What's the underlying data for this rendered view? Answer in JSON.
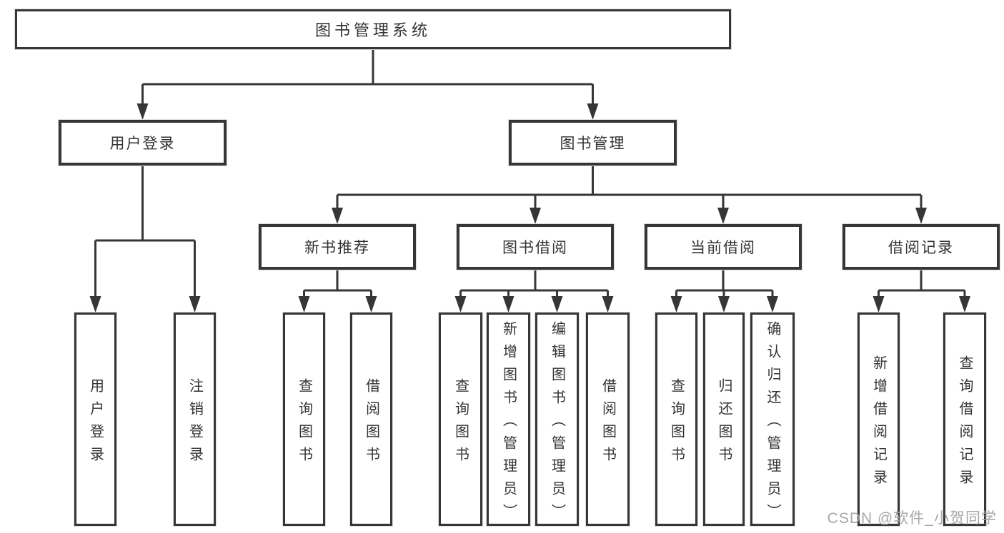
{
  "diagram": {
    "root": {
      "label": "图书管理系统"
    },
    "branches": [
      {
        "label": "用户登录",
        "children": [
          {
            "label": "用户登录"
          },
          {
            "label": "注销登录"
          }
        ]
      },
      {
        "label": "图书管理",
        "children": [
          {
            "label": "新书推荐",
            "children": [
              {
                "label": "查询图书"
              },
              {
                "label": "借阅图书"
              }
            ]
          },
          {
            "label": "图书借阅",
            "children": [
              {
                "label": "查询图书"
              },
              {
                "label": "新增图书（管理员）"
              },
              {
                "label": "编辑图书（管理员）"
              },
              {
                "label": "借阅图书"
              }
            ]
          },
          {
            "label": "当前借阅",
            "children": [
              {
                "label": "查询图书"
              },
              {
                "label": "归还图书"
              },
              {
                "label": "确认归还（管理员）"
              }
            ]
          },
          {
            "label": "借阅记录",
            "children": [
              {
                "label": "新增借阅记录"
              },
              {
                "label": "查询借阅记录"
              }
            ]
          }
        ]
      }
    ]
  },
  "watermark": {
    "text": "CSDN @软件_小贺同学"
  },
  "colors": {
    "line": "#363636",
    "border": "#363636",
    "text": "#333333",
    "watermark": "#a0a0a0",
    "background": "#ffffff"
  }
}
